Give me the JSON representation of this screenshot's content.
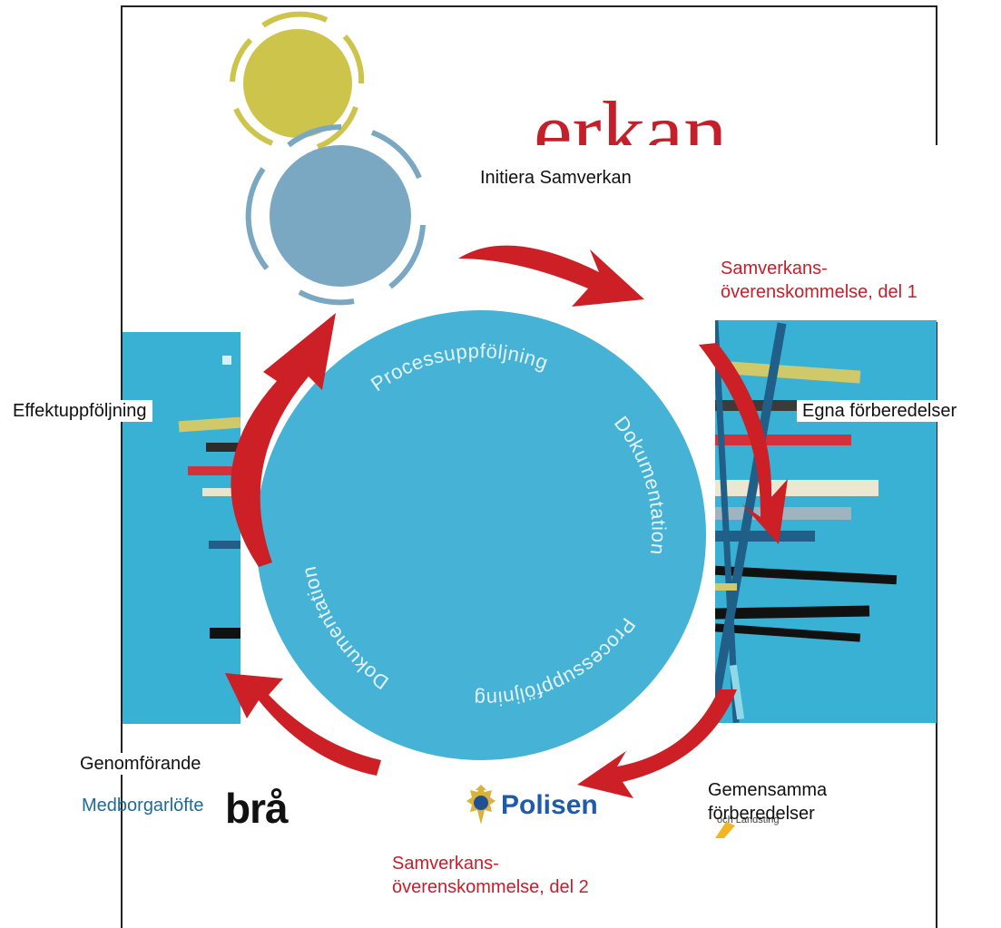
{
  "background": {
    "title_fragment": "erkan",
    "accent_red": "#c4202b",
    "accent_blue": "#38b1d5"
  },
  "circles": {
    "small_top_color": "#cdc44c",
    "small_mid_color": "#7aa7c2",
    "main_color": "#45b2d6"
  },
  "ring_labels": {
    "top": "Processuppföljning",
    "right": "Dokumentation",
    "bottom_right": "Processuppföljning",
    "left": "Dokumentation"
  },
  "steps": {
    "initiera": "Initiera Samverkan",
    "samverkans1_line1": "Samverkans-",
    "samverkans1_line2": "överenskommelse, del 1",
    "egna": "Egna förberedelser",
    "gemensamma_line1": "Gemensamma",
    "gemensamma_line2": "förberedelser",
    "samverkans2_line1": "Samverkans-",
    "samverkans2_line2": "överenskommelse, del 2",
    "genomforande": "Genomförande",
    "medborgarlofte": "Medborgarlöfte",
    "effekt": "Effektuppföljning"
  },
  "logos": {
    "bra": "brå",
    "polisen": "Polisen",
    "region_tag": "och Landsting"
  }
}
